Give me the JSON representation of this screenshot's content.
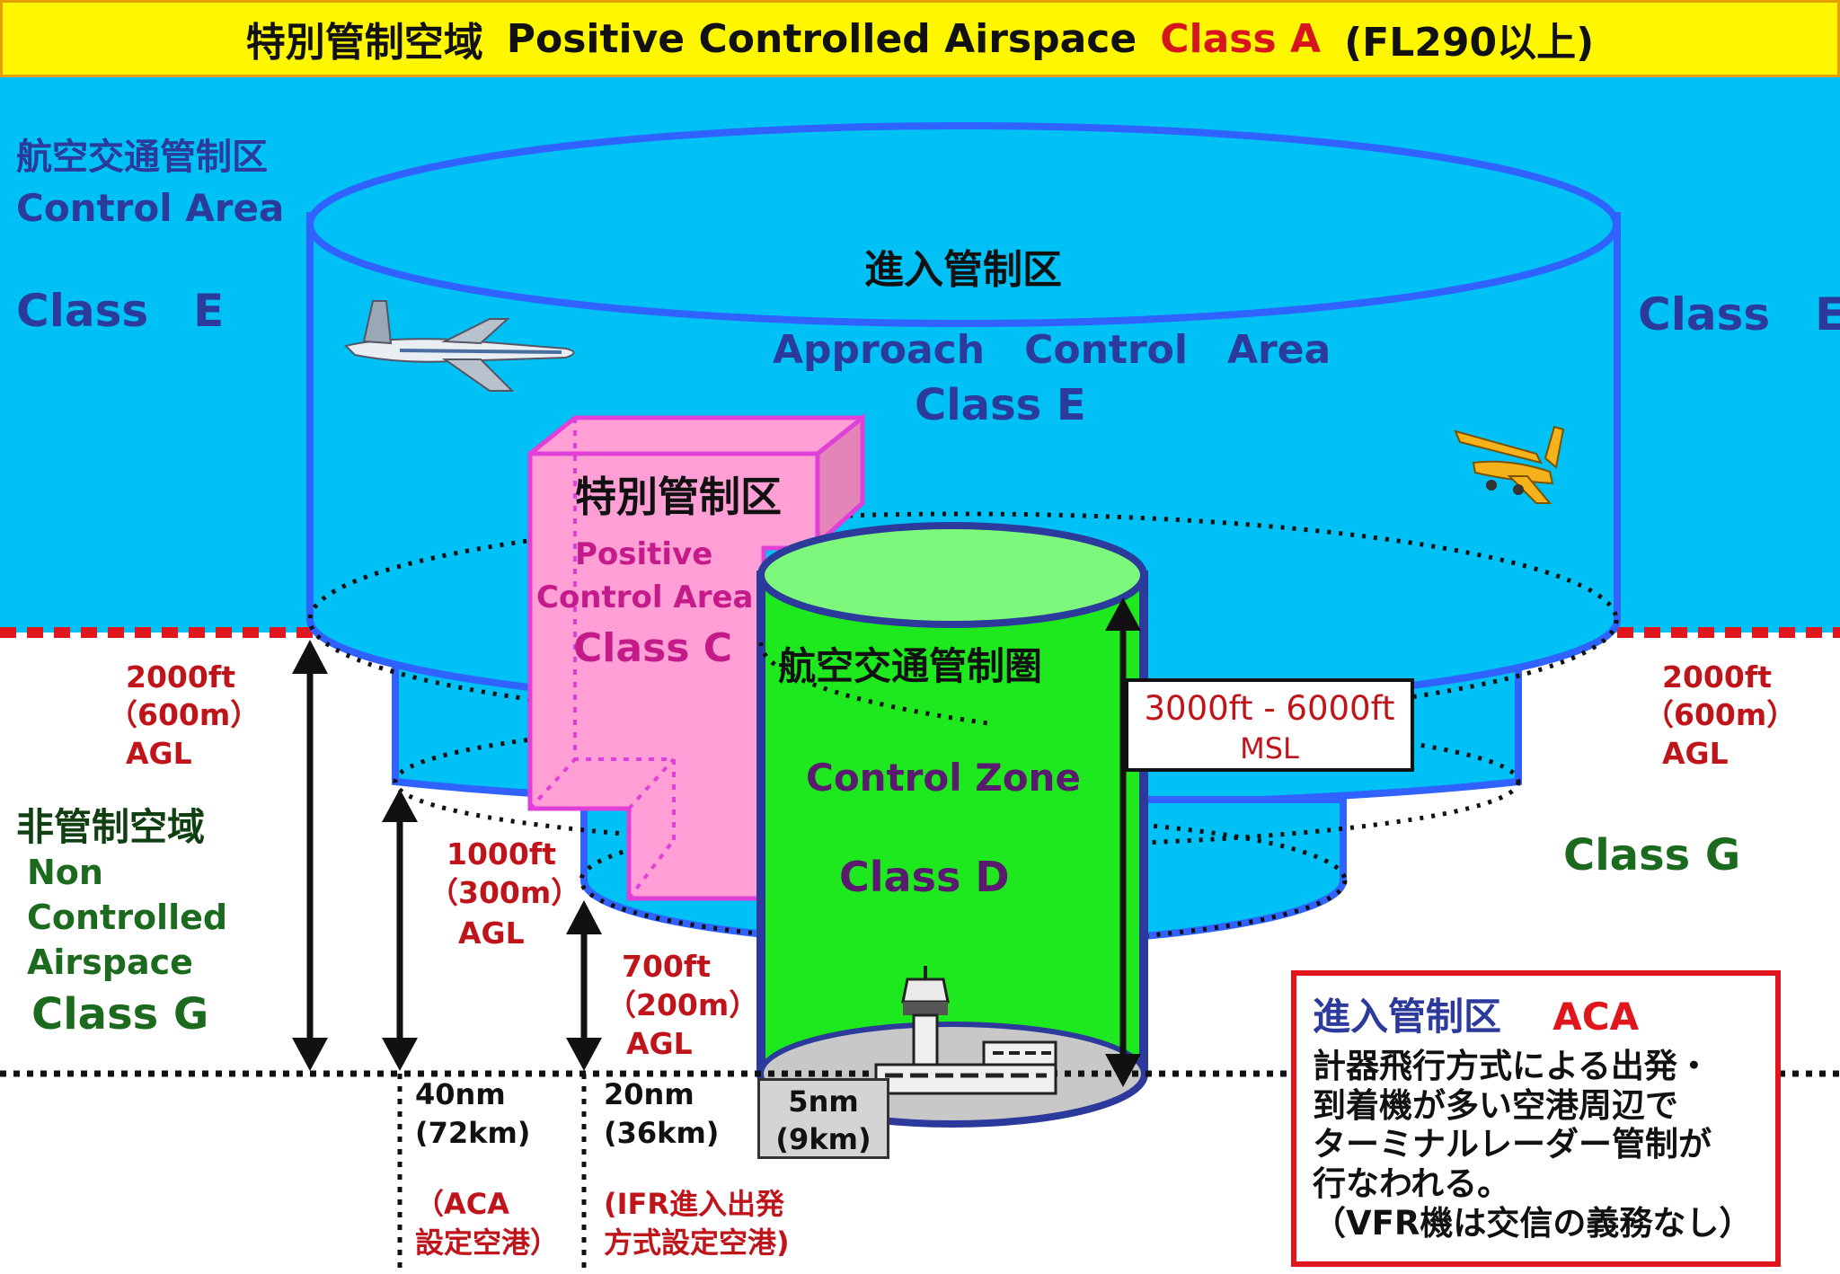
{
  "banner": {
    "jp": "特別管制空域",
    "en": "Positive Controlled Airspace",
    "class": "Class A",
    "fl": "(FL290以上)"
  },
  "control_area": {
    "jp": "航空交通管制区",
    "en": "Control Area",
    "class_left": "Class　E",
    "class_right": "Class　E"
  },
  "approach_area": {
    "jp": "進入管制区",
    "en": "Approach　Control　Area",
    "class": "Class E"
  },
  "positive_area": {
    "jp": "特別管制区",
    "en1": "Positive",
    "en2": "Control Area",
    "class": "Class C"
  },
  "control_zone": {
    "jp": "航空交通管制圏",
    "en": "Control Zone",
    "class": "Class D"
  },
  "msl": {
    "line1": "3000ft - 6000ft",
    "line2": "MSL"
  },
  "alt_2000_left": {
    "ft": "2000ft",
    "m": "（600m）",
    "ref": "AGL"
  },
  "alt_2000_right": {
    "ft": "2000ft",
    "m": "（600m）",
    "ref": "AGL"
  },
  "alt_1000": {
    "ft": "1000ft",
    "m": "（300m）",
    "ref": "AGL"
  },
  "alt_700": {
    "ft": "700ft",
    "m": "（200m）",
    "ref": "AGL"
  },
  "non_controlled": {
    "jp": "非管制空域",
    "en1": "Non",
    "en2": "Controlled",
    "en3": "Airspace",
    "class": "Class G"
  },
  "class_g_right": "Class G",
  "dist_40": {
    "nm": "40nm",
    "km": "(72km)",
    "note1": "（ACA",
    "note2": "設定空港）"
  },
  "dist_20": {
    "nm": "20nm",
    "km": "(36km)",
    "note1": "(IFR進入出発",
    "note2": "方式設定空港)"
  },
  "dist_5": {
    "nm": "5nm",
    "km": "(9km)"
  },
  "aca_box": {
    "title_jp": "進入管制区",
    "title_en": "ACA",
    "line1": "計器飛行方式による出発・",
    "line2": "到着機が多い空港周辺で",
    "line3": "ターミナルレーダー管制が",
    "line4": "行なわれる。",
    "line5": "（VFR機は交信の義務なし）"
  },
  "colors": {
    "sky": "#00c1f5",
    "banner": "#fff700",
    "cylinder_blue": "#2f62ff",
    "zone_green": "#1ee81e",
    "positive_pink": "#ff9fd6",
    "positive_edge": "#e040d8",
    "boundary_red": "#e0161c"
  },
  "icons": [
    "jet-airliner-icon",
    "light-aircraft-icon",
    "control-tower-icon"
  ]
}
